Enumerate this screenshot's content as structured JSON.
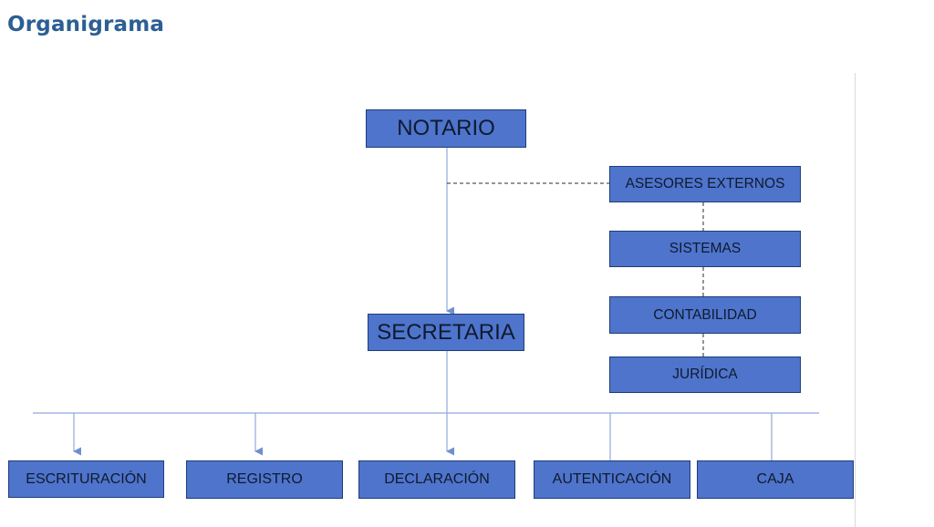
{
  "page": {
    "title": "Organigrama"
  },
  "org_chart": {
    "top": "NOTARIO",
    "middle": "SECRETARIA",
    "external": [
      "ASESORES EXTERNOS",
      "SISTEMAS",
      "CONTABILIDAD",
      "JURÍDICA"
    ],
    "departments": [
      "ESCRITURACIÓN",
      "REGISTRO",
      "DECLARACIÓN",
      "AUTENTICACIÓN",
      "CAJA"
    ]
  },
  "colors": {
    "title": "#2c5f93",
    "box_fill": "#4e74cc",
    "box_border": "#1f3d78",
    "connector": "#8faadc",
    "dashed": "#2b2b2b"
  }
}
